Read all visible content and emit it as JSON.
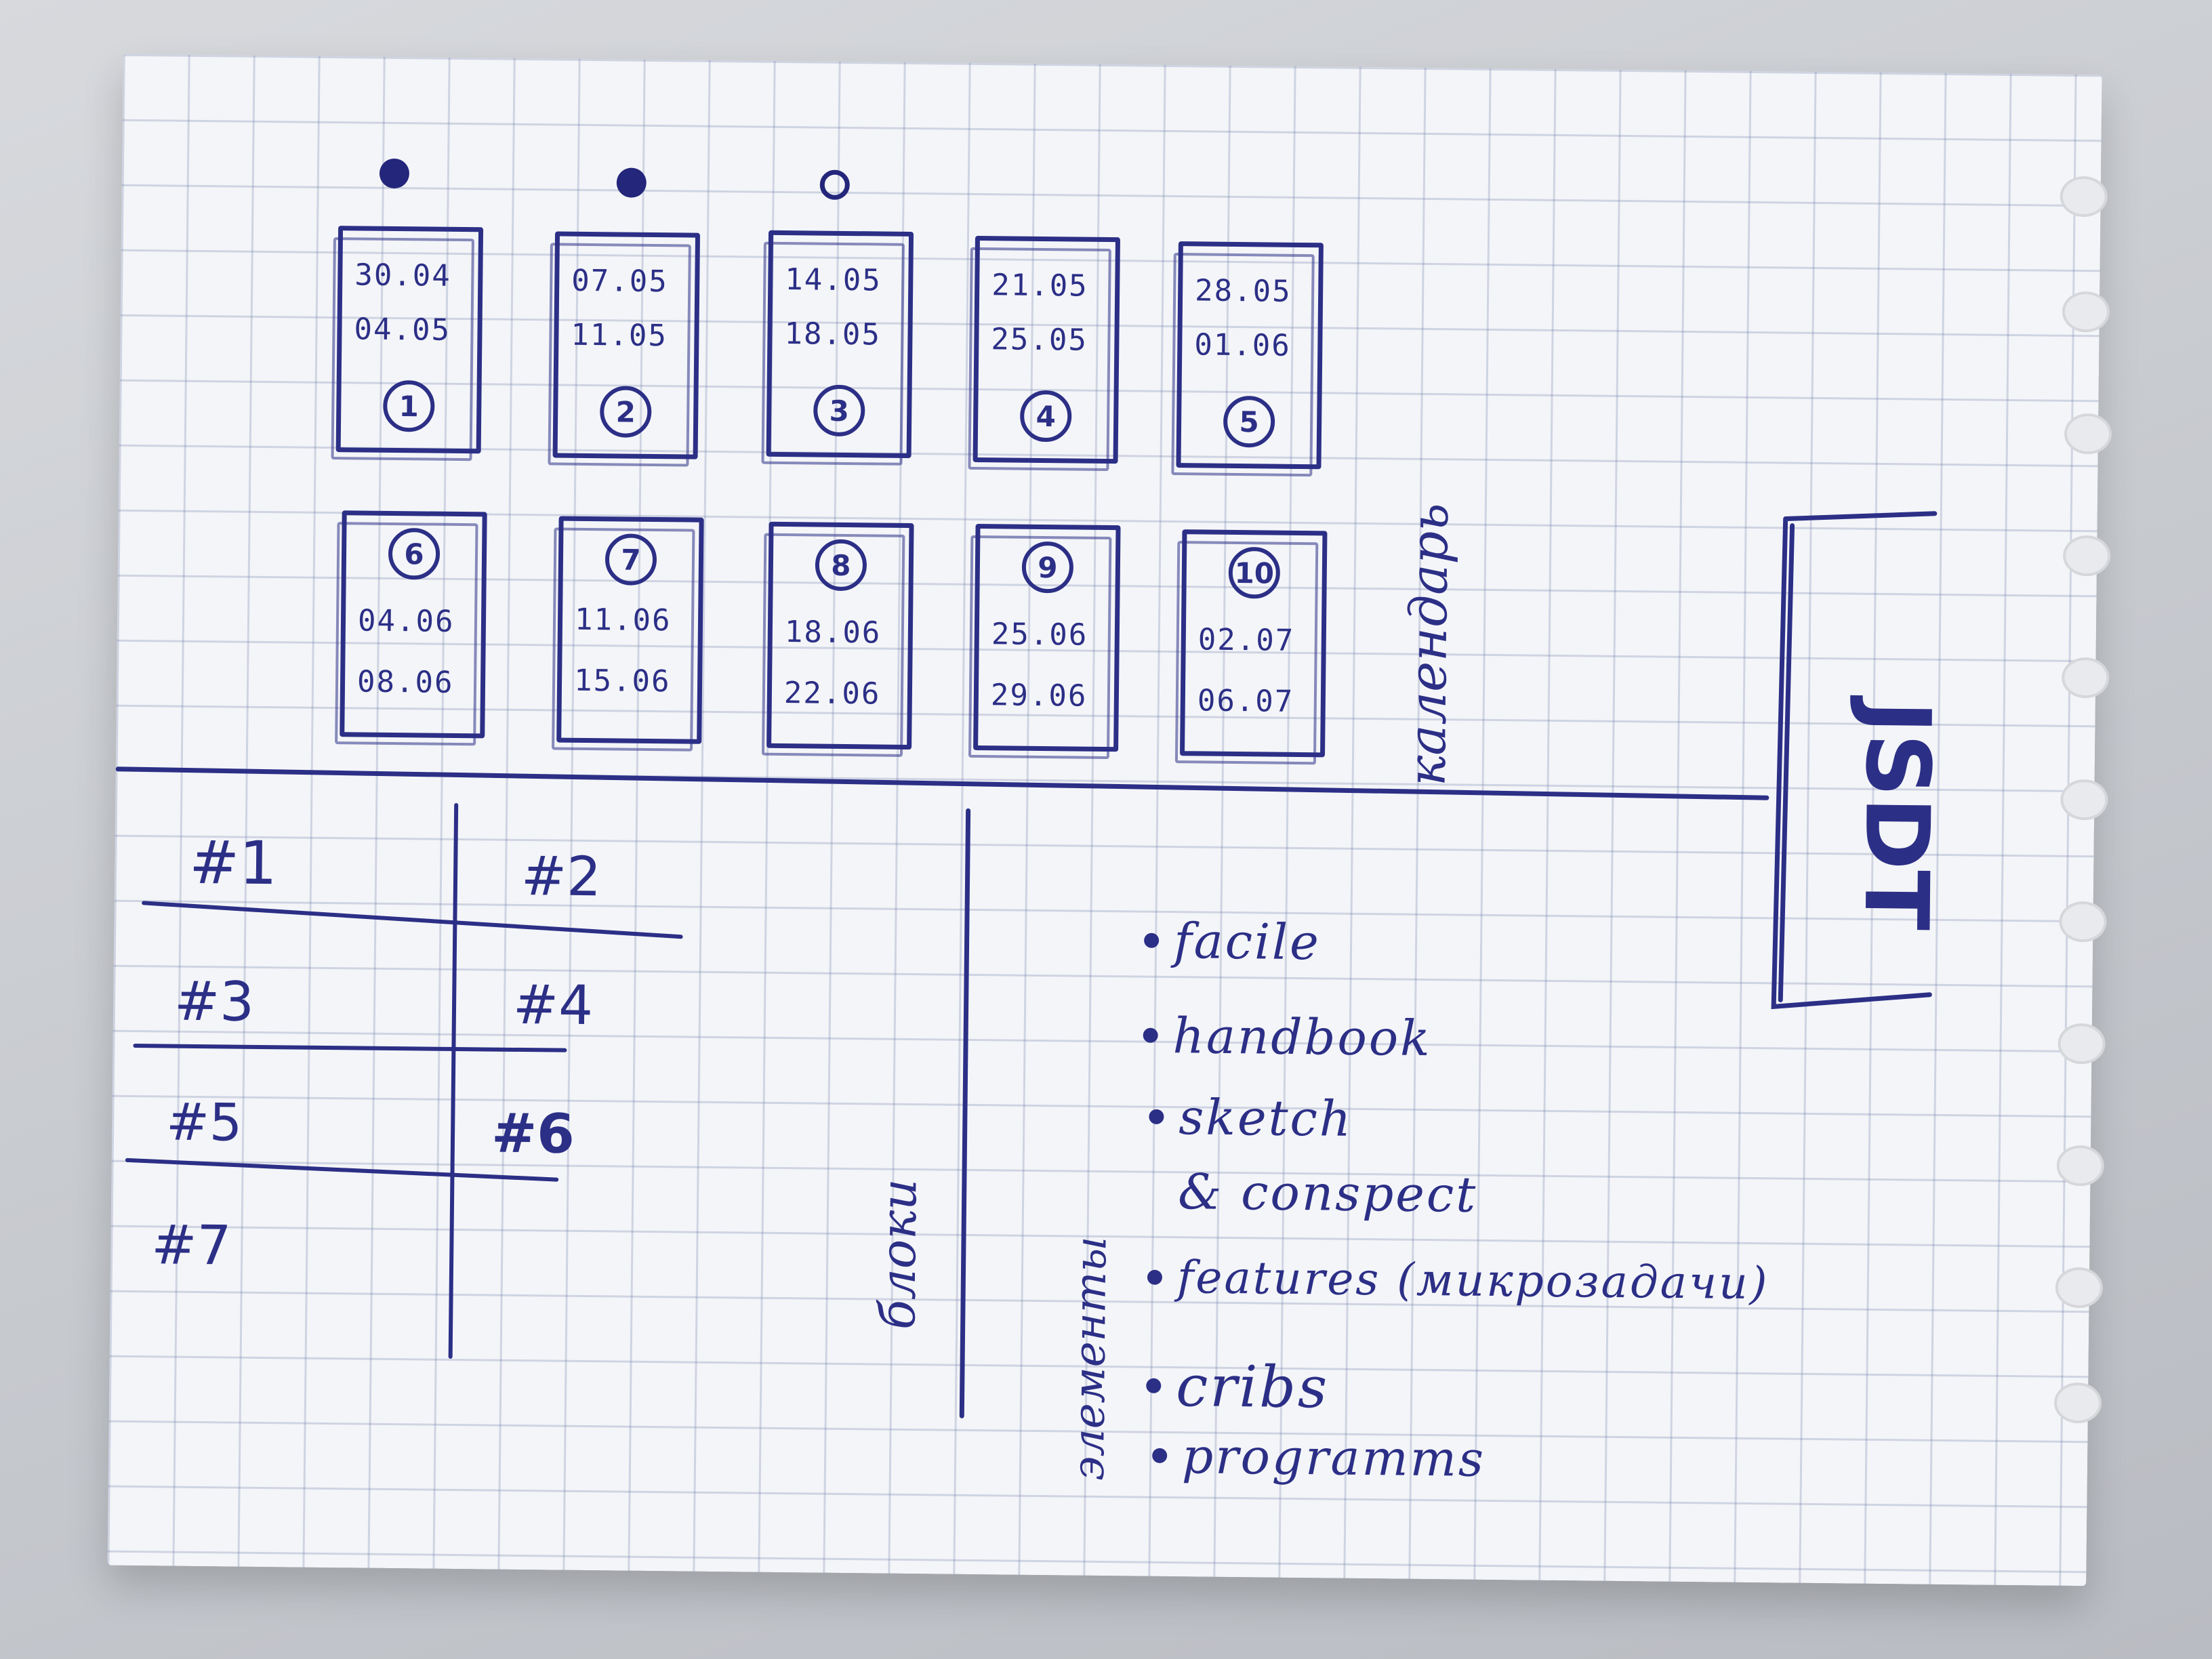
{
  "calendar": {
    "label": "календарь",
    "indicators": [
      "filled",
      "filled",
      "open"
    ],
    "weeks": [
      {
        "num": "1",
        "start": "30.04",
        "end": "04.05"
      },
      {
        "num": "2",
        "start": "07.05",
        "end": "11.05"
      },
      {
        "num": "3",
        "start": "14.05",
        "end": "18.05"
      },
      {
        "num": "4",
        "start": "21.05",
        "end": "25.05"
      },
      {
        "num": "5",
        "start": "28.05",
        "end": "01.06"
      },
      {
        "num": "6",
        "start": "04.06",
        "end": "08.06"
      },
      {
        "num": "7",
        "start": "11.06",
        "end": "15.06"
      },
      {
        "num": "8",
        "start": "18.06",
        "end": "22.06"
      },
      {
        "num": "9",
        "start": "25.06",
        "end": "29.06"
      },
      {
        "num": "10",
        "start": "02.07",
        "end": "06.07"
      }
    ]
  },
  "side_tab": {
    "label": "JSDT"
  },
  "blocks": {
    "label": "блоки",
    "cells": [
      "#1",
      "#2",
      "#3",
      "#4",
      "#5",
      "#6",
      "#7"
    ]
  },
  "elements": {
    "label": "элементы",
    "items": [
      "facile",
      "handbook",
      "sketch",
      "& conspect",
      "features (микрозадачи)",
      "cribs",
      "programms"
    ]
  },
  "colors": {
    "ink": "#2c2f86",
    "paper": "#f4f5f8",
    "grid": "#6e7daa"
  }
}
